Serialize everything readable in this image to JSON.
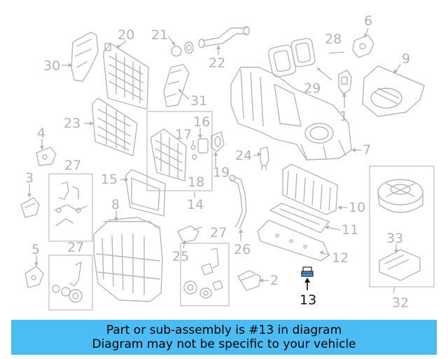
{
  "diagram": {
    "callouts": [
      "1",
      "2",
      "3",
      "4",
      "5",
      "6",
      "7",
      "8",
      "9",
      "11",
      "12",
      "10",
      "14",
      "15",
      "16",
      "17",
      "18",
      "19",
      "20",
      "21",
      "22",
      "23",
      "24",
      "25",
      "26",
      "27",
      "27",
      "27",
      "28",
      "29",
      "30",
      "31",
      "32",
      "33"
    ],
    "highlighted_part": "13",
    "highlight_color": "#4a9fd8",
    "banner_color": "#4bbcf4"
  },
  "banner": {
    "line1": "Part or sub-assembly is #13 in diagram",
    "line2": "Diagram may not be specific to your vehicle"
  }
}
